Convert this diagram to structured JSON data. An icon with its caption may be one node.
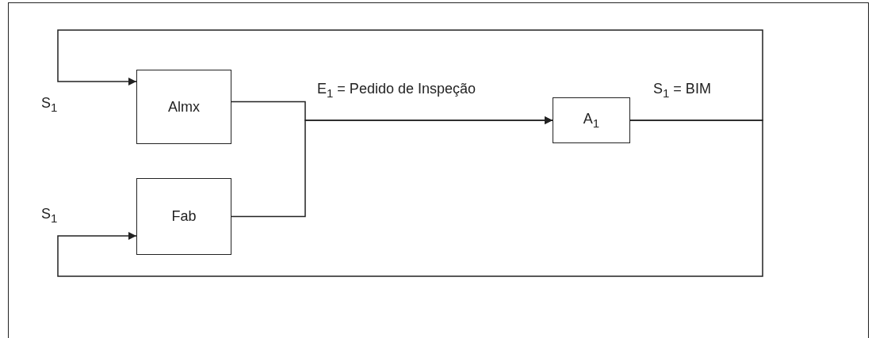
{
  "diagram": {
    "nodes": [
      {
        "text": [
          "Almx"
        ]
      },
      {
        "text": [
          "Fab"
        ]
      },
      {
        "text": [
          "A$_{1}$"
        ]
      }
    ],
    "edges": [
      {
        "from": 0,
        "to": 2,
        "arrow": "to",
        "label": "E$_{1}$ = Pedido de Inspeção"
      },
      {
        "from": 1,
        "to": 2,
        "arrow": "to"
      },
      {
        "from": 2,
        "to": 0,
        "arrow": "to",
        "label": "S$_{1}$ = BIM"
      },
      {
        "from": 2,
        "to": 1,
        "arrow": "to"
      }
    ],
    "labels": [
      "S$_{1}$",
      "S$_{1}$"
    ]
  }
}
